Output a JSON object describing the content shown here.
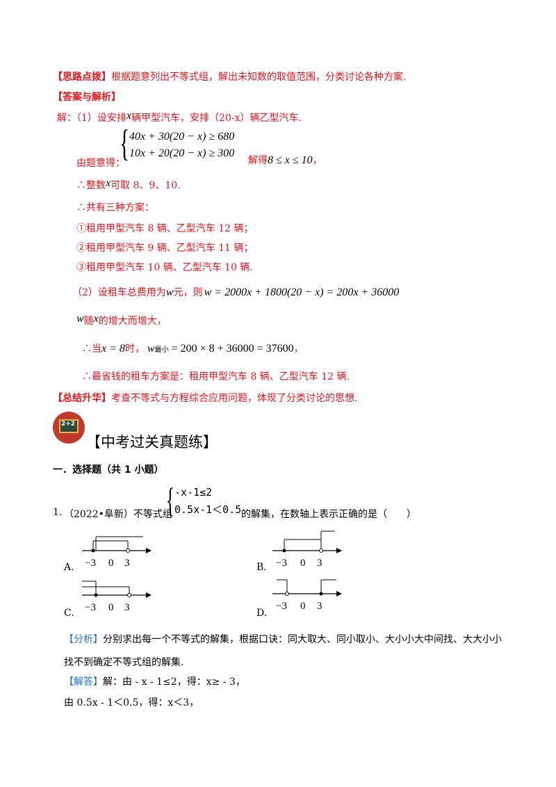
{
  "analysis": {
    "tip_label": "【思路点拨】",
    "tip_text": "根据题意列出不等式组，解出未知数的取值范围，分类讨论各种方案.",
    "answer_label": "【答案与解析】",
    "sol_prefix": "解：（1）设安排",
    "var_x": "x",
    "sol_mid": "辆甲型汽车，安排（20-x）辆乙型汽车.",
    "sys_line1": "40x + 30(20 − x) ≥ 680",
    "sys_line2": "10x + 20(20 − x) ≥ 300",
    "by_title": "由题意得：",
    "solve_label": "解得",
    "solve_result": "8 ≤ x ≤ 10",
    "solve_end": "，",
    "integer_pre": "∴整数",
    "integer_post": "可取 8、9、10.",
    "three_plans": "∴共有三种方案：",
    "plan1": "①租用甲型汽车 8 辆、乙型汽车 12 辆；",
    "plan2": "②租用甲型汽车 9 辆、乙型汽车 11 辆；",
    "plan3": "③租用甲型汽车 10 辆、乙型汽车 10 辆.",
    "part2_pre": "（2）设租车总费用为",
    "var_w": "w",
    "part2_mid": "元，则",
    "w_formula": "w = 2000x + 1800(20 − x) = 200x + 36000",
    "w_follow": "随",
    "w_follow2": "的增大而增大，",
    "when_pre": "∴当",
    "when_x": "x = 8",
    "when_post": "时，",
    "wmin_w": "w",
    "wmin_sub": "最小",
    "wmin_expr": "= 200 × 8 + 36000 = 37600",
    "wmin_end": "，",
    "cheapest": "∴最省钱的租车方案是：租用甲型汽车 8 辆、乙型汽车 12 辆.",
    "summary_label": "【总结升华】",
    "summary_text": "考查不等式与方程综合应用问题，体现了分类讨论的思想."
  },
  "section": {
    "icon_text": "2+2",
    "title": "【中考过关真题练】",
    "heading": "一．选择题（共 1 小题）"
  },
  "question": {
    "number": "1.",
    "source": "（2022•阜新）不等式组",
    "ineq1": "-x-1≤2",
    "ineq2": "0.5x-1＜0.5",
    "tail": "的解集，在数轴上表示正确的是（　　）",
    "options": [
      "A.",
      "B.",
      "C.",
      "D."
    ],
    "ticks": [
      "−3",
      "0",
      "3"
    ]
  },
  "solution": {
    "analysis_label": "【分析】",
    "analysis_text1": "分别求出每一个不等式的解集，根据口诀：同大取大、同小取小、大小小大中间找、大大小小",
    "analysis_text2": "找不到确定不等式组的解集.",
    "answer_label": "【解答】",
    "line1": "解：由 - x - 1≤2，得：x≥ - 3，",
    "line2": "由 0.5x - 1＜0.5，得：x＜3，"
  },
  "colors": {
    "red": "#e8141b",
    "blue": "#1e6fd9",
    "icon_bg": "#c0392b"
  }
}
